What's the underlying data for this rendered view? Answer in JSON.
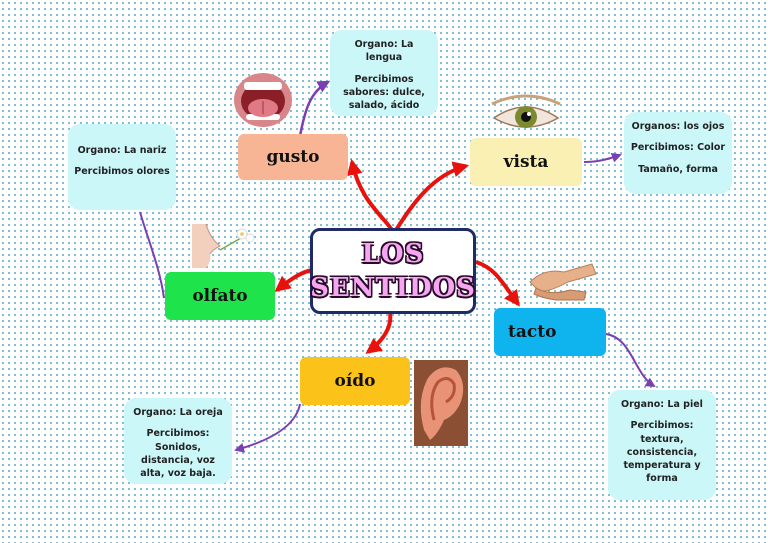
{
  "center": {
    "line1": "LOS",
    "line2": "SENTIDOS"
  },
  "senses": {
    "gusto": {
      "label": "gusto",
      "color": "#f7b595",
      "info": [
        "Organo: La lengua",
        "Percibimos sabores: dulce, salado, ácido"
      ],
      "icon": "mouth-icon"
    },
    "vista": {
      "label": "vista",
      "color": "#fbf0b3",
      "info": [
        "Organos: los ojos",
        "Percibimos: Color",
        "Tamaño, forma"
      ],
      "icon": "eye-icon"
    },
    "olfato": {
      "label": "olfato",
      "color": "#1fe34a",
      "info": [
        "Organo: La nariz",
        "Percibimos olores"
      ],
      "icon": "nose-icon"
    },
    "tacto": {
      "label": "tacto",
      "color": "#0fb4ee",
      "info": [
        "Organo: La piel",
        "Percibimos: textura, consistencia, temperatura y forma"
      ],
      "icon": "hands-icon"
    },
    "oido": {
      "label": "oído",
      "color": "#fbc21a",
      "info": [
        "Organo: La oreja",
        "Percibimos: Sonidos, distancia, voz alta, voz baja."
      ],
      "icon": "ear-icon"
    }
  },
  "colors": {
    "arrow_primary": "#e8120c",
    "arrow_secondary": "#7b3fb0",
    "center_border": "#1f2a66",
    "center_text": "#f6a6f0",
    "info_bg": "#ccf7f9"
  }
}
